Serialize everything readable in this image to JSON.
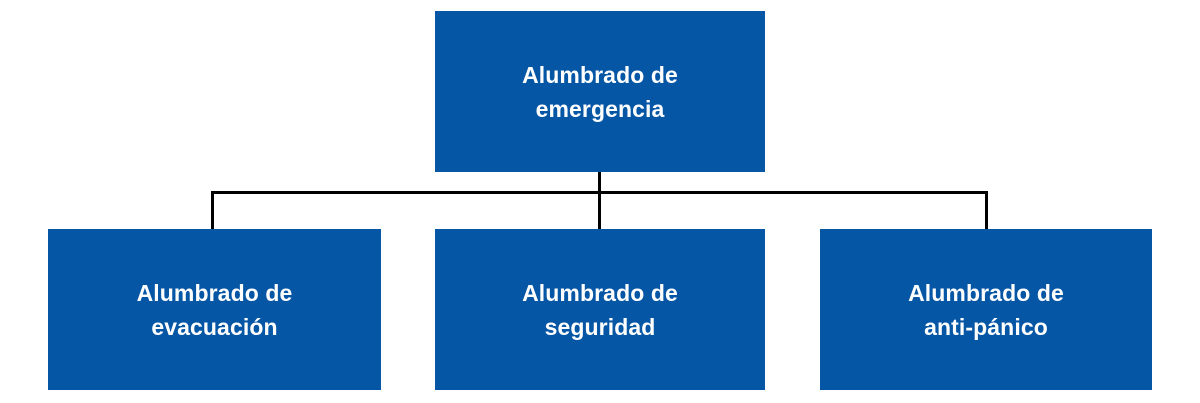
{
  "diagram": {
    "type": "hierarchy-tree",
    "orientation": "top-down",
    "title": "Alumbrado de emergencia",
    "colors": {
      "node_fill": "#0656a6",
      "node_text": "#ffffff",
      "connector": "#000000",
      "background": "#ffffff"
    },
    "root": {
      "id": "alumbrado-de-emergencia",
      "label": "Alumbrado de\nemergencia"
    },
    "children": [
      {
        "id": "alumbrado-de-evacuacion",
        "label": "Alumbrado de\nevacuación"
      },
      {
        "id": "alumbrado-de-seguridad",
        "label": "Alumbrado de\nseguridad"
      },
      {
        "id": "alumbrado-de-anti-panico",
        "label": "Alumbrado de\nanti-pánico"
      }
    ]
  }
}
